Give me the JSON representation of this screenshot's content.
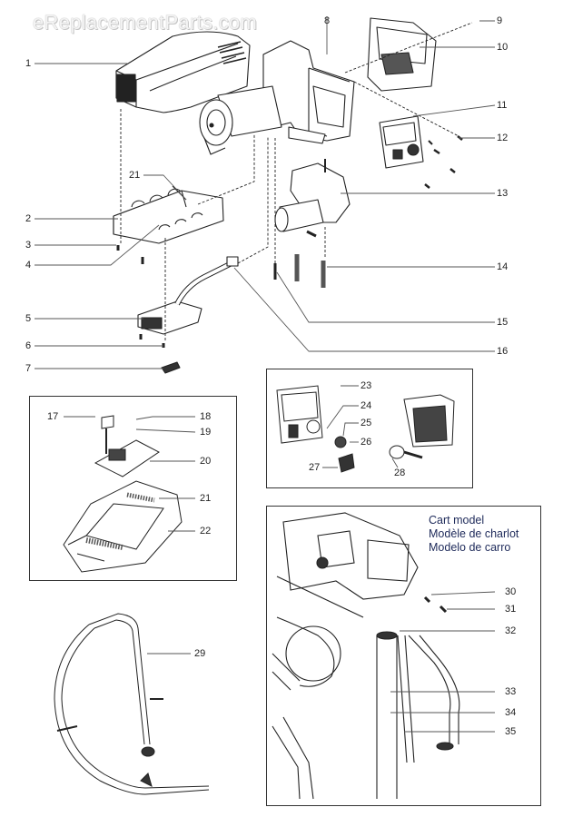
{
  "watermark": "eReplacementParts.com",
  "callouts": [
    {
      "id": "1",
      "label": "1"
    },
    {
      "id": "2",
      "label": "2"
    },
    {
      "id": "3",
      "label": "3"
    },
    {
      "id": "4",
      "label": "4"
    },
    {
      "id": "5",
      "label": "5"
    },
    {
      "id": "6",
      "label": "6"
    },
    {
      "id": "7",
      "label": "7"
    },
    {
      "id": "8",
      "label": "8"
    },
    {
      "id": "9",
      "label": "9"
    },
    {
      "id": "10",
      "label": "10"
    },
    {
      "id": "11",
      "label": "11"
    },
    {
      "id": "12",
      "label": "12"
    },
    {
      "id": "13",
      "label": "13"
    },
    {
      "id": "14",
      "label": "14"
    },
    {
      "id": "15",
      "label": "15"
    },
    {
      "id": "16",
      "label": "16"
    },
    {
      "id": "17",
      "label": "17"
    },
    {
      "id": "18",
      "label": "18"
    },
    {
      "id": "19",
      "label": "19"
    },
    {
      "id": "20",
      "label": "20"
    },
    {
      "id": "21a",
      "label": "21"
    },
    {
      "id": "21b",
      "label": "21"
    },
    {
      "id": "22",
      "label": "22"
    },
    {
      "id": "23",
      "label": "23"
    },
    {
      "id": "24",
      "label": "24"
    },
    {
      "id": "25",
      "label": "25"
    },
    {
      "id": "26",
      "label": "26"
    },
    {
      "id": "27",
      "label": "27"
    },
    {
      "id": "28",
      "label": "28"
    },
    {
      "id": "29",
      "label": "29"
    },
    {
      "id": "30",
      "label": "30"
    },
    {
      "id": "31",
      "label": "31"
    },
    {
      "id": "32",
      "label": "32"
    },
    {
      "id": "33",
      "label": "33"
    },
    {
      "id": "34",
      "label": "34"
    },
    {
      "id": "35",
      "label": "35"
    }
  ],
  "cart_inset": {
    "title_en": "Cart model",
    "title_fr": "Modèle de charlot",
    "title_es": "Modelo de carro"
  }
}
